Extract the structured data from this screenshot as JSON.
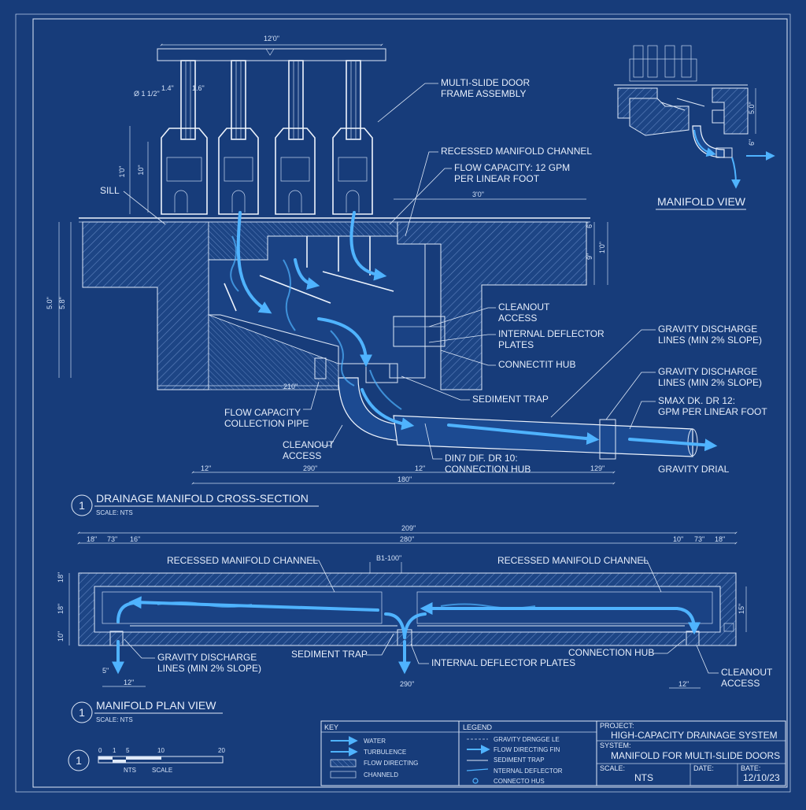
{
  "section": {
    "title": "DRAINAGE MANIFOLD CROSS-SECTION",
    "scale": "SCALE: NTS",
    "number": "1",
    "labels": {
      "frame": [
        "MULTI-SLIDE DOOR",
        "FRAME ASSEMBLY"
      ],
      "recessed": "RECESSED MANIFOLD CHANNEL",
      "flow_capacity": [
        "FLOW CAPACITY: 12 GPM",
        "PER LINEAR FOOT"
      ],
      "sill": "SILL",
      "cleanout_access_r": [
        "CLEANOUT",
        "ACCESS"
      ],
      "deflector": [
        "INTERNAL DEFLECTOR",
        "PLATES"
      ],
      "hub": "CONNECTIT HUB",
      "sediment": "SEDIMENT TRAP",
      "gravity1": [
        "GRAVITY DISCHARGE",
        "LINES (MIN 2% SLOPE)"
      ],
      "gravity2": [
        "GRAVITY DISCHARGE",
        "LINES (MIN 2% SLOPE)"
      ],
      "smax": [
        "SMAX DK. DR 12:",
        "GPM PER LINEAR FOOT"
      ],
      "collection": [
        "FLOW CAPACITY",
        "COLLECTION PIPE"
      ],
      "cleanout_access_l": [
        "CLEANOUT",
        "ACCESS"
      ],
      "dim_hub": [
        "DIN7 DIF. DR 10:",
        "CONNECTION HUB"
      ],
      "gravity_drial": "GRAVITY DRIAL"
    },
    "dims": {
      "top": "12'0\"",
      "dia": "Ø 1 1/2\"",
      "d14a": "1.4\"",
      "d14b": "1.6\"",
      "v100": "1'0\"",
      "v10": "10\"",
      "v58a": "5.0\"",
      "v58b": "5.8\"",
      "d30": "3'0\"",
      "v6": "6\"",
      "v10r": "1'0\"",
      "v9": "9\"",
      "d210": "210\"",
      "b12": "12\"",
      "b290": "290\"",
      "b12b": "12\"",
      "b180": "180\"",
      "b129": "129\""
    }
  },
  "manifold_view": {
    "title": "MANIFOLD VIEW",
    "d50": "5.0\"",
    "d6": "6\""
  },
  "plan": {
    "title": "MANIFOLD PLAN VIEW",
    "scale": "SCALE: NTS",
    "number": "1",
    "labels": {
      "recessed_l": "RECESSED MANIFOLD CHANNEL",
      "recessed_r": "RECESSED MANIFOLD CHANNEL",
      "gravity": [
        "GRAVITY DISCHARGE",
        "LINES (MIN 2% SLOPE)"
      ],
      "sediment": "SEDIMENT TRAP",
      "deflector": "INTERNAL DEFLECTOR PLATES",
      "hub": "CONNECTION HUB",
      "cleanout": [
        "CLEANOUT",
        "ACCESS"
      ]
    },
    "dims": {
      "top": "209\"",
      "inner": "280\"",
      "d18a": "18\"",
      "d73a": "73\"",
      "d16a": "16\"",
      "d10": "10\"",
      "d73b": "73\"",
      "d18b": "18\"",
      "center": "B1-100\"",
      "v18": "18\"",
      "v18b": "18\"",
      "v10": "10\"",
      "vr": "15\"",
      "b5": "5\"",
      "b12": "12\"",
      "b290": "290\"",
      "b12r": "12\""
    }
  },
  "scalebar": {
    "number": "1",
    "ticks": [
      "0",
      "1",
      "5",
      "10",
      "20"
    ],
    "nts": "NTS",
    "scale": "SCALE"
  },
  "key": {
    "title": "KEY",
    "items": [
      "WATER",
      "TURBULENCE",
      "FLOW DIRECTING",
      "CHANNELD"
    ]
  },
  "legend": {
    "title": "LEGEND",
    "items": [
      "GRAVITY DRNGGE LE",
      "FLOW DIRECTING FIN",
      "SEDIMENT TRAP",
      "NTERNAL DEFLECTOR",
      "CONNECTO HUS"
    ]
  },
  "titleblock": {
    "project_label": "PROJECT:",
    "project": "HIGH-CAPACITY DRAINAGE SYSTEM",
    "system_label": "SYSTEM:",
    "system": "MANIFOLD FOR MULTI-SLIDE DOORS",
    "scale_label": "SCALE:",
    "scale": "NTS",
    "date_label": "DATE:",
    "bate_label": "BATE:",
    "date": "12/10/23"
  },
  "colors": {
    "background": "#173c7a",
    "line": "#dfe9f8",
    "water": "#4fb3ff"
  }
}
